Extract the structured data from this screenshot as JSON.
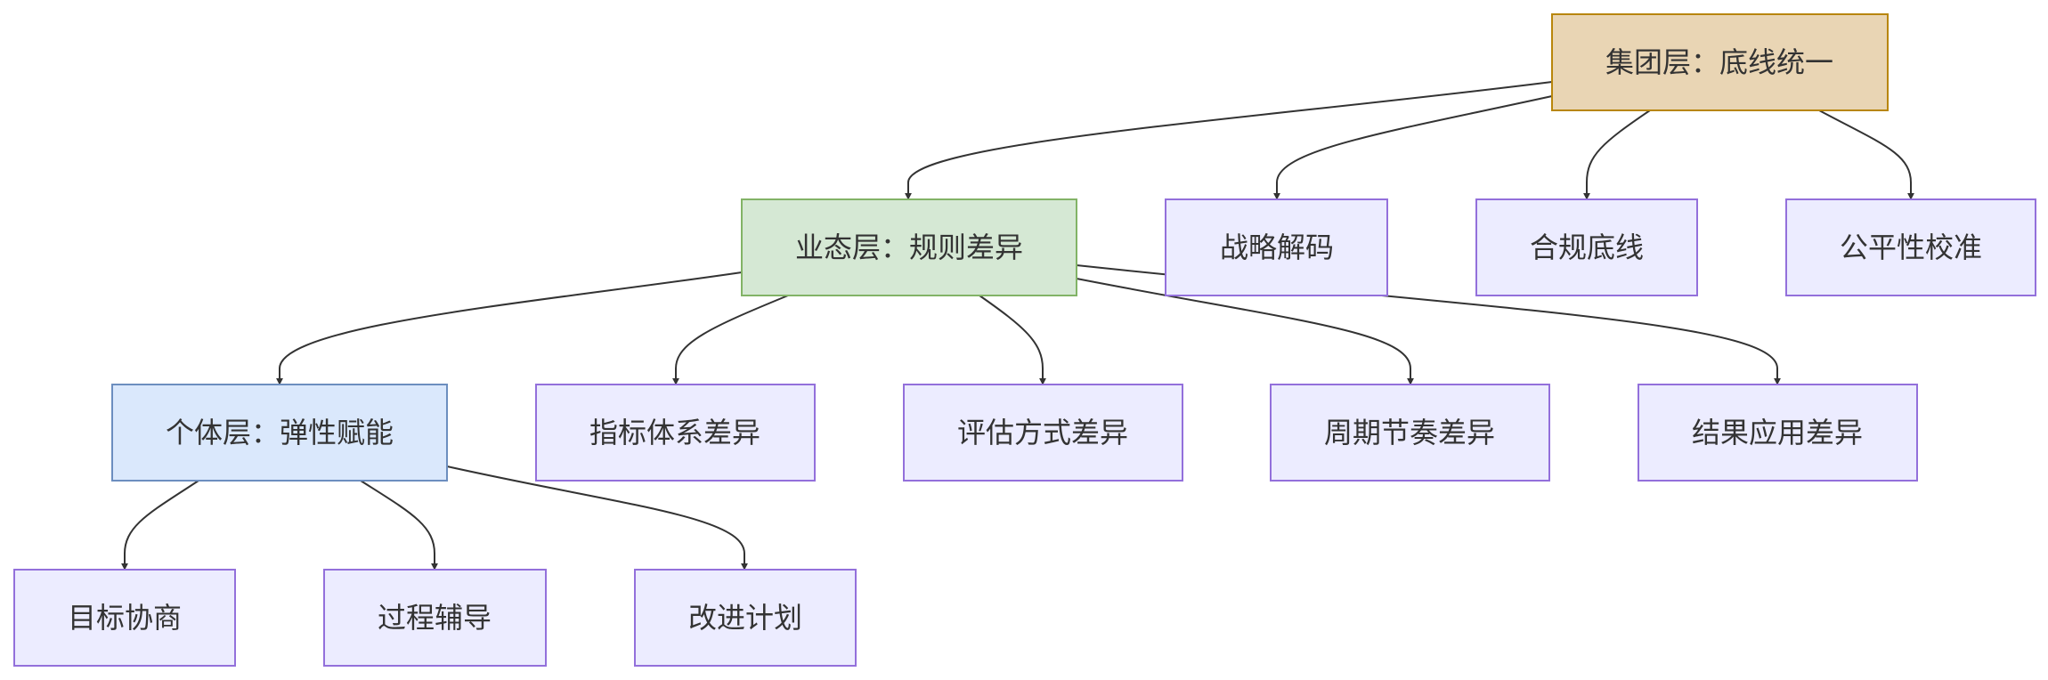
{
  "nodes": {
    "group": {
      "label": "集团层：底线统一",
      "fill": "#e9d5b4",
      "stroke": "#b8860b"
    },
    "strategy": {
      "label": "战略解码",
      "fill": "#ececff",
      "stroke": "#9370db"
    },
    "compliance": {
      "label": "合规底线",
      "fill": "#ececff",
      "stroke": "#9370db"
    },
    "fairness": {
      "label": "公平性校准",
      "fill": "#ececff",
      "stroke": "#9370db"
    },
    "business": {
      "label": "业态层：规则差异",
      "fill": "#d5e8d4",
      "stroke": "#82b366"
    },
    "metrics": {
      "label": "指标体系差异",
      "fill": "#ececff",
      "stroke": "#9370db"
    },
    "assessment": {
      "label": "评估方式差异",
      "fill": "#ececff",
      "stroke": "#9370db"
    },
    "cycle": {
      "label": "周期节奏差异",
      "fill": "#ececff",
      "stroke": "#9370db"
    },
    "result": {
      "label": "结果应用差异",
      "fill": "#ececff",
      "stroke": "#9370db"
    },
    "individual": {
      "label": "个体层：弹性赋能",
      "fill": "#dae8fc",
      "stroke": "#6c8ebf"
    },
    "goal": {
      "label": "目标协商",
      "fill": "#ececff",
      "stroke": "#9370db"
    },
    "coaching": {
      "label": "过程辅导",
      "fill": "#ececff",
      "stroke": "#9370db"
    },
    "improve": {
      "label": "改进计划",
      "fill": "#ececff",
      "stroke": "#9370db"
    }
  },
  "edges": [
    {
      "from": "group",
      "to": "business"
    },
    {
      "from": "group",
      "to": "strategy"
    },
    {
      "from": "group",
      "to": "compliance"
    },
    {
      "from": "group",
      "to": "fairness"
    },
    {
      "from": "business",
      "to": "individual"
    },
    {
      "from": "business",
      "to": "metrics"
    },
    {
      "from": "business",
      "to": "assessment"
    },
    {
      "from": "business",
      "to": "cycle"
    },
    {
      "from": "business",
      "to": "result"
    },
    {
      "from": "individual",
      "to": "goal"
    },
    {
      "from": "individual",
      "to": "coaching"
    },
    {
      "from": "individual",
      "to": "improve"
    }
  ],
  "colors": {
    "edge": "#333333",
    "text": "#333333"
  }
}
